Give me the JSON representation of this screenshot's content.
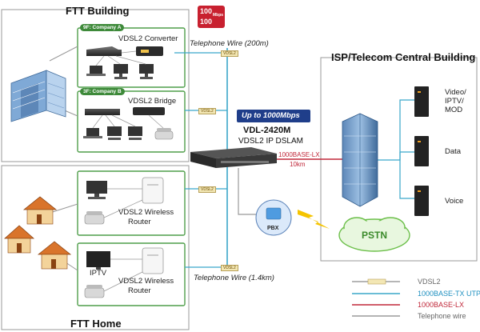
{
  "sections": {
    "building": "FTT Building",
    "home": "FTT Home",
    "isp": "ISP/Telecom Central Building"
  },
  "companies": {
    "a_tag": "9F: Company A",
    "a_device": "VDSL2 Converter",
    "b_tag": "3F: Company B",
    "b_device": "VDSL2 Bridge"
  },
  "homes": {
    "router_label_1": "VDSL2 Wireless",
    "router_label_2": "Router",
    "iptv": "IPTV"
  },
  "wires": {
    "top": "Telephone Wire (200m)",
    "bottom": "Telephone Wire (1.4km)",
    "pill": "VDSL2"
  },
  "badge": {
    "line1": "100",
    "unit": "Mbps",
    "line2": "100"
  },
  "dslam": {
    "speed": "Up to 1000Mbps",
    "model": "VDL-2420M",
    "desc": "VDSL2 IP DSLAM",
    "link": "1000BASE-LX",
    "dist": "10km"
  },
  "central": {
    "video_1": "Video/",
    "video_2": "IPTV/",
    "video_3": "MOD",
    "data": "Data",
    "voice": "Voice",
    "pbx": "PBX",
    "pstn": "PSTN"
  },
  "legend": {
    "vdsl2": "VDSL2",
    "utp": "1000BASE-TX UTP",
    "lx": "1000BASE-LX",
    "tel": "Telephone wire"
  },
  "colors": {
    "vdsl2": "#8b8b8b",
    "utp": "#3aa7c9",
    "lx": "#c0283a",
    "tel": "#9a9a9a",
    "company_box": "#4f9e4a",
    "tag": "#3e8a3a"
  }
}
